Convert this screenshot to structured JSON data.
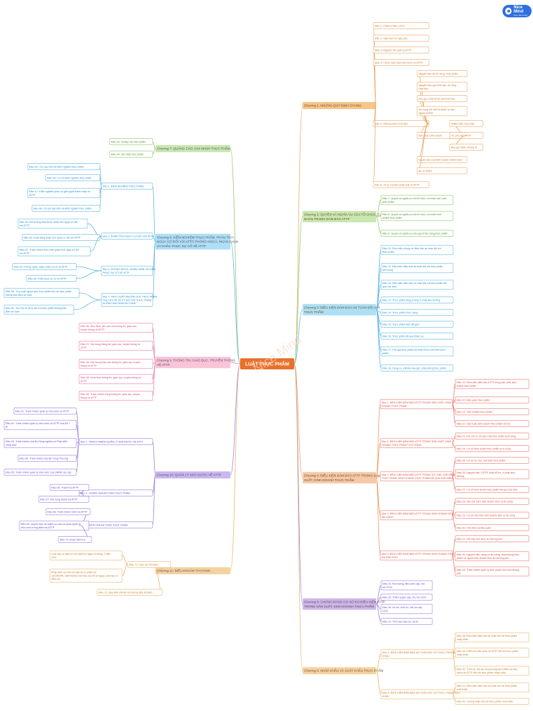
{
  "app": {
    "brand_title": "Nice Mind",
    "brand_sub": "Nice Mind Map"
  },
  "colors": {
    "root": "#e8712a",
    "ch1": "#f5c58a",
    "ch2": "#c9e8b0",
    "ch3": "#aee0f5",
    "ch4": "#f7c9a8",
    "ch5": "#cbb7f0",
    "ch6": "#f5d3a0",
    "ch7": "#c9e8b0",
    "ch8": "#aee0f5",
    "ch9": "#f8c4d8",
    "ch10": "#cbb7f0",
    "ch11": "#f5d3a0"
  },
  "watermark": "Nice Mind",
  "root": {
    "label": "LUẬT THỰC PHẨM"
  },
  "right_chapters": [
    {
      "label": "Chương 1: NHỮNG QUY ĐỊNH CHUNG",
      "items": [
        "Điều 1. Phạm vi điều chỉnh",
        "Điều 2. Giải thích từ ngữ (39)",
        "Điều 3. Nguyên tắc quản lý ATTP",
        "Điều 4. Chính sách của Nhà nước về ATTP",
        "Điều 5. Những hành vi bị cấm",
        "Điều 6. Xử lý vi phạm pháp luật về ATTP"
      ],
      "sub5": [
        "Nguyên liệu tái sử dụng, thực phẩm …",
        "Nguyên liệu quá thời hạn, hư lỏng, chất độc…",
        "Phụ gia, chất hỗ trợ quá thời hạn",
        "Sử dụng thịt chết bị bệnh, bị dịch nguồn nhiễm",
        "Sản xuất, kinh doanh",
        "Người sản xuất kinh doanh nhiễm bệnh",
        "Bơ sơ ĐGN"
      ],
      "sub5b": [
        "Nhiễm bẩn, hóa chất",
        "Vỏ, phụ liệu ATTP",
        "Bao gói nhãn, không rõ"
      ]
    },
    {
      "label": "Chương 2: QUYỀN VÀ NGHĨA VỤ CỦA TỔ CHỨC, CÁ NHÂN TRONG ĐẢM BẢO ATTP",
      "items": [
        "Điều 7. Quyền và nghĩa vụ của tổ chức, cá nhân sản xuất thực phẩm",
        "Điều 8. Quyền và nghĩa vụ của tổ chức, cá nhân kinh doanh thực phẩm",
        "Điều 9. Quyền và nghĩa vụ của người tiêu dùng thực phẩm"
      ]
    },
    {
      "label": "Chương 3: ĐIỀU KIỆN ĐẢM BẢO AN TOÀN ĐỐI VỚI THỰC PHẨM",
      "items": [
        "Điều 10. Điều kiện chung về đảm bảo an toàn đối với thực phẩm",
        "Điều 11. Điều kiện đảm bảo an toàn đối với thực phẩm tươi sống",
        "Điều 12. Điều kiện đảm bảo an toàn đối với thực phẩm đã qua chế biến",
        "Điều 13. Thực phẩm tăng cường vi chất dinh dưỡng",
        "Điều 14. Thực phẩm chức năng",
        "Điều 15. Thực phẩm biến đổi gen",
        "Điều 16. Thực phẩm đã qua chiếu xạ",
        "Điều 17. Phụ gia thực phẩm và chất hỗ trợ chế biến thực phẩm",
        "Điều 18. Dụng cụ, vật liệu bao gói, chứa đựng thực phẩm"
      ]
    },
    {
      "label": "Chương 4: ĐIỀU KIỆN ĐẢM BẢO ATTP TRONG SẢN XUẤT, KINH DOANH THỰC PHẨM",
      "items": [
        "Mục 1. ĐIỀU KIỆN ĐẢM BẢO ATTP TRONG SẢN XUẤT, KINH DOANH THỰC PHẨM",
        "Mục 2. ĐIỀU KIỆN ĐẢM BẢO ATTP TRONG SẢN XUẤT, KINH DOANH THỰC PHẨM TƯƠI SỐNG",
        "Mục 3. ĐIỀU KIỆN ĐẢM BẢO ATTP TRONG SƠ CHẾ, CHẾ BIẾN THỰC PHẨM, KINH DOANH THỰC PHẨM ĐÃ QUA CHẾ BIẾN",
        "Mục 4. ĐIỀU KIỆN ĐẢM BẢO ATTP TRONG KINH DOANH DỊCH VỤ ĂN UỐNG",
        "Mục 5. ĐIỀU KIỆN ĐẢM BẢO ATTP TRONG KINH DOANH THỨC ĂN ĐƯỜNG PHỐ"
      ],
      "leaves": [
        "Điều 19. Điều kiện đảm bảo ATTP trong sản xuất, kinh doanh thực phẩm",
        "Điều 20. Bảo quản thực phẩm",
        "Điều 21. Vận chuyển thực phẩm",
        "Điều 22. Sản xuất, kinh doanh thực phẩm nhỏ lẻ",
        "Điều 23. Đối với cơ sở sản xuất thực phẩm tươi sống",
        "Điều 24. Cơ sở kinh doanh thực phẩm tươi sống",
        "Điều 25. Cơ sở sơ chế, chế biến thực phẩm",
        "Điều 26. Nguyên liệu, PGTP, chất hỗ trợ, vi chất dinh dưỡng",
        "Điều 27. Cơ sở kinh doanh thực phẩm đã qua chế biến",
        "Điều 28. Nơi chế biến, kinh doanh dịch vụ ăn uống",
        "Điều 29. Cơ sở chế biến kinh doanh dịch vụ ăn uống",
        "Điều 30. Chế biến và bảo quản",
        "Điều 31. Nơi bày bán thức ăn đường phố",
        "Điều 32. Nguyên liệu, dụng cụ ăn uống, chứa đựng thực phẩm và người kinh doanh thức ăn đường phố",
        "Điều 33. Trách nhiệm quản lý kinh doanh thức ăn đường phố"
      ]
    },
    {
      "label": "Chương 5: CHỨNG NHẬN CƠ SỞ ĐỦ ĐIỀU KIỆN ATTP TRONG SẢN XUẤT, KINH DOANH THỰC PHẨM",
      "items": [
        "Điều 34. Đối tượng, điều kiện cấp, thu hồi GCN",
        "Điều 35. Thẩm quyền cấp, thu hồi GCN",
        "Điều 36. Hồ sơ, trình tự, thủ tục cấp GCN",
        "Điều 37. Thời hạn hiệu lực GCN"
      ]
    },
    {
      "label": "Chương 6: NHẬP KHẨU VÀ XUẤT KHẨU THỰC PHẨM",
      "items": [
        "Mục 1. ĐIỀU KIỆN ĐẢM BẢO AN TOÀN ĐỐI VỚI THỰC PHẨM NHẬP KHẨU",
        "Mục 2. ĐIỀU KIỆN ĐẢM BẢO AN TOÀN ĐỐI VỚI THỰC PHẨM XUẤT KHẨU"
      ],
      "leaves": [
        "Điều 38. Điều kiện đảm bảo an toàn đối với thực phẩm nhập khẩu",
        "Điều 39. Kiểm tra nhà nước về ATTP đối với thực phẩm nhập khẩu",
        "Điều 40. Trình tự, thủ tục và phương thức kiểm tra nhà nước về ATTP đối với thực phẩm nhập khẩu",
        "Điều 41. Điều kiện đảm bảo an toàn đối với thực phẩm xuất khẩu",
        "Điều 42. Chứng nhận đối với thực phẩm xuất khẩu"
      ]
    }
  ],
  "left_chapters": [
    {
      "label": "Chương 7: QUẢNG CÁO, GHI NHÃN THỰC PHẨM",
      "items": [
        "Điều 43. Quảng cáo thực phẩm",
        "Điều 44. Ghi nhãn thực phẩm"
      ]
    },
    {
      "label": "Chương 8: KIỂM NGHIỆM THỰC PHẨM, PHÂN TÍCH NGUY CƠ ĐỐI VỚI ATTP, PHÒNG NGỪA, NGĂN CHẶN VÀ KHẮC PHỤC SỰ CỐ VỀ ATTP",
      "items": [
        "Mục 1. KIỂM NGHIỆM THỰC PHẨM",
        "Mục 2. PHÂN TÍCH NGUY CƠ ĐỐI VỚI ATTP",
        "Mục 3. PHÒNG NGỪA, NGĂN CHẶN VÀ KHẮC PHỤC SỰ CỐ VỀ ATTP",
        "Mục 4. TRUY XUẤT NGUỒN GỐC THỰC PHẨM, THU HỒI VÀ XỬ LÝ ĐỐI VỚI THỰC PHẨM KHÔNG BẢO ĐẢM AN TOÀN"
      ],
      "leaves": [
        "Điều 45. Yêu cầu đối với kiểm nghiệm thực phẩm",
        "Điều 46. Cơ sở kiểm nghiệm thực phẩm",
        "Điều 47. Kiểm nghiệm phục vụ giải quyết tranh chấp về ATTP",
        "Điều 48. Chi phí lấy mẫu và kiểm nghiệm thực phẩm",
        "Điều 49. Đối tượng phải được phân tích nguy cơ đối với ATTP",
        "Điều 50. Hoạt động phân tích nguy cơ đối với ATTP",
        "Điều 51. Trách nhiệm thực hiện phân tích nguy cơ đối với ATTP",
        "Điều 52. Phòng ngừa, ngăn chặn sự cố về ATTP",
        "Điều 53. Khắc phục sự cố về ATTP",
        "Điều 54. Truy xuất nguồn gốc thực phẩm đối với thực phẩm không bảo đảm an toàn",
        "Điều 55. Thu hồi và xử lý đối với thực phẩm không bảo đảm an toàn"
      ]
    },
    {
      "label": "Chương 9: THÔNG TIN, GIÁO DỤC, TRUYỀN THÔNG VỀ ATTP",
      "items": [
        "Điều 56. Mục đích, yêu cầu của thông tin, giáo dục, truyền thông về ATTP",
        "Điều 57. Nội dung thông tin, giáo dục, truyền thông về ATTP",
        "Điều 58. Đối tượng tiếp cận thông tin, giáo dục, truyền thông về ATTP",
        "Điều 59. Hình thức thông tin, giáo dục, truyền thông về ATTP",
        "Điều 60. Trách nhiệm trong thông tin, giáo dục, truyền thông về ATTP"
      ]
    },
    {
      "label": "Chương 10: QUẢN LÝ NHÀ NƯỚC VỀ ATTP",
      "items": [
        "Mục 1. TRÁCH NHIỆM QUẢN LÝ NHÀ NƯỚC VỀ ATTP",
        "Mục 2. THANH TRA AN TOÀN THỰC PHẨM",
        "Mục 3. KIỂM TRA AN TOÀN THỰC PHẨM"
      ],
      "leaves": [
        "Điều 61. Trách nhiệm quản lý nhà nước về ATTP",
        "Điều 62. Trách nhiệm quản lý nhà nước về ATTP của Bộ Y tế",
        "Điều 63. Trách nhiệm của Bộ Nông nghiệp và Phát triển nông thôn",
        "Điều 64. Trách nhiệm của Bộ Công Thương",
        "Điều 65. Trách nhiệm quản lý nhà nước của UBND các cấp",
        "Điều 66. Thanh tra ATTP",
        "Điều 67. Nội dung thanh tra ATTP",
        "Điều 68. Trách nhiệm kiểm tra ATTP",
        "Điều 69. Quyền hạn và nhiệm vụ của cơ quan quản lý nhà nước trong kiểm tra ATTP",
        "Điều 70. Đoàn kiểm tra"
      ]
    },
    {
      "label": "Chương 11: ĐIỀU KHOẢN THI HÀNH",
      "items": [
        "Điều 71. Hiệu lực thi hành",
        "Điều 72. Quy định chi tiết và hướng dẫn thi hành"
      ],
      "leaves": [
        "Luật này có hiệu lực thi hành từ ngày 01 tháng 7 năm 2011",
        "Pháp lệnh vệ sinh an toàn thực phẩm số 12/2003/PL-UBTVQH11 hết hiệu lực kể từ ngày Luật này có hiệu lực"
      ]
    }
  ]
}
